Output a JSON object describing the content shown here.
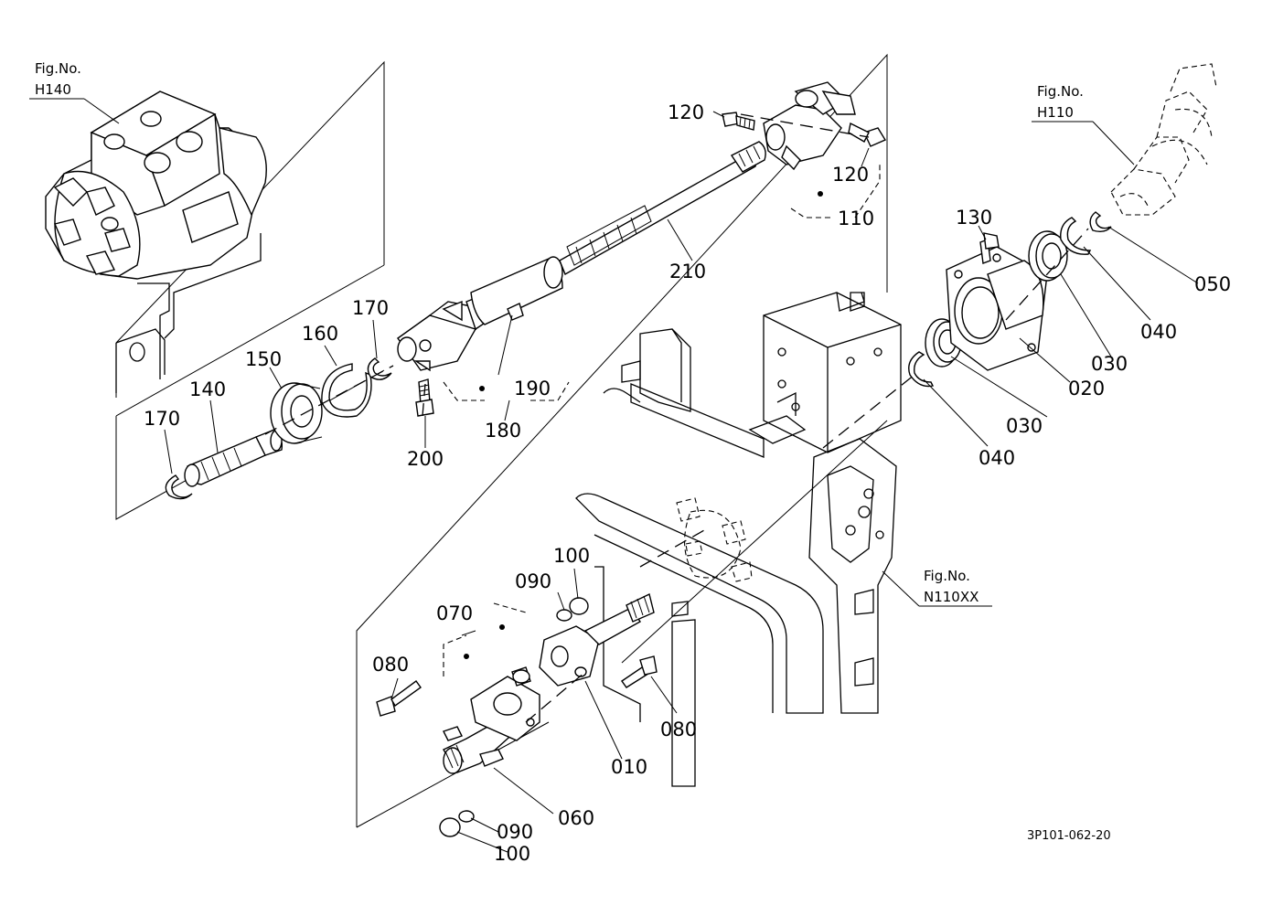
{
  "fig_refs": {
    "h140": {
      "line1": "Fig.No.",
      "line2": "H140"
    },
    "h110": {
      "line1": "Fig.No.",
      "line2": "H110"
    },
    "n110xx": {
      "line1": "Fig.No.",
      "line2": "N110XX"
    }
  },
  "callouts": {
    "c010": "010",
    "c020": "020",
    "c030a": "030",
    "c030b": "030",
    "c040a": "040",
    "c040b": "040",
    "c050": "050",
    "c060": "060",
    "c070": "070",
    "c080a": "080",
    "c080b": "080",
    "c090a": "090",
    "c090b": "090",
    "c100a": "100",
    "c100b": "100",
    "c110": "110",
    "c120a": "120",
    "c120b": "120",
    "c130": "130",
    "c140": "140",
    "c150": "150",
    "c160": "160",
    "c170a": "170",
    "c170b": "170",
    "c180": "180",
    "c190": "190",
    "c200": "200",
    "c210": "210"
  },
  "drawing_code": "3P101-062-20"
}
